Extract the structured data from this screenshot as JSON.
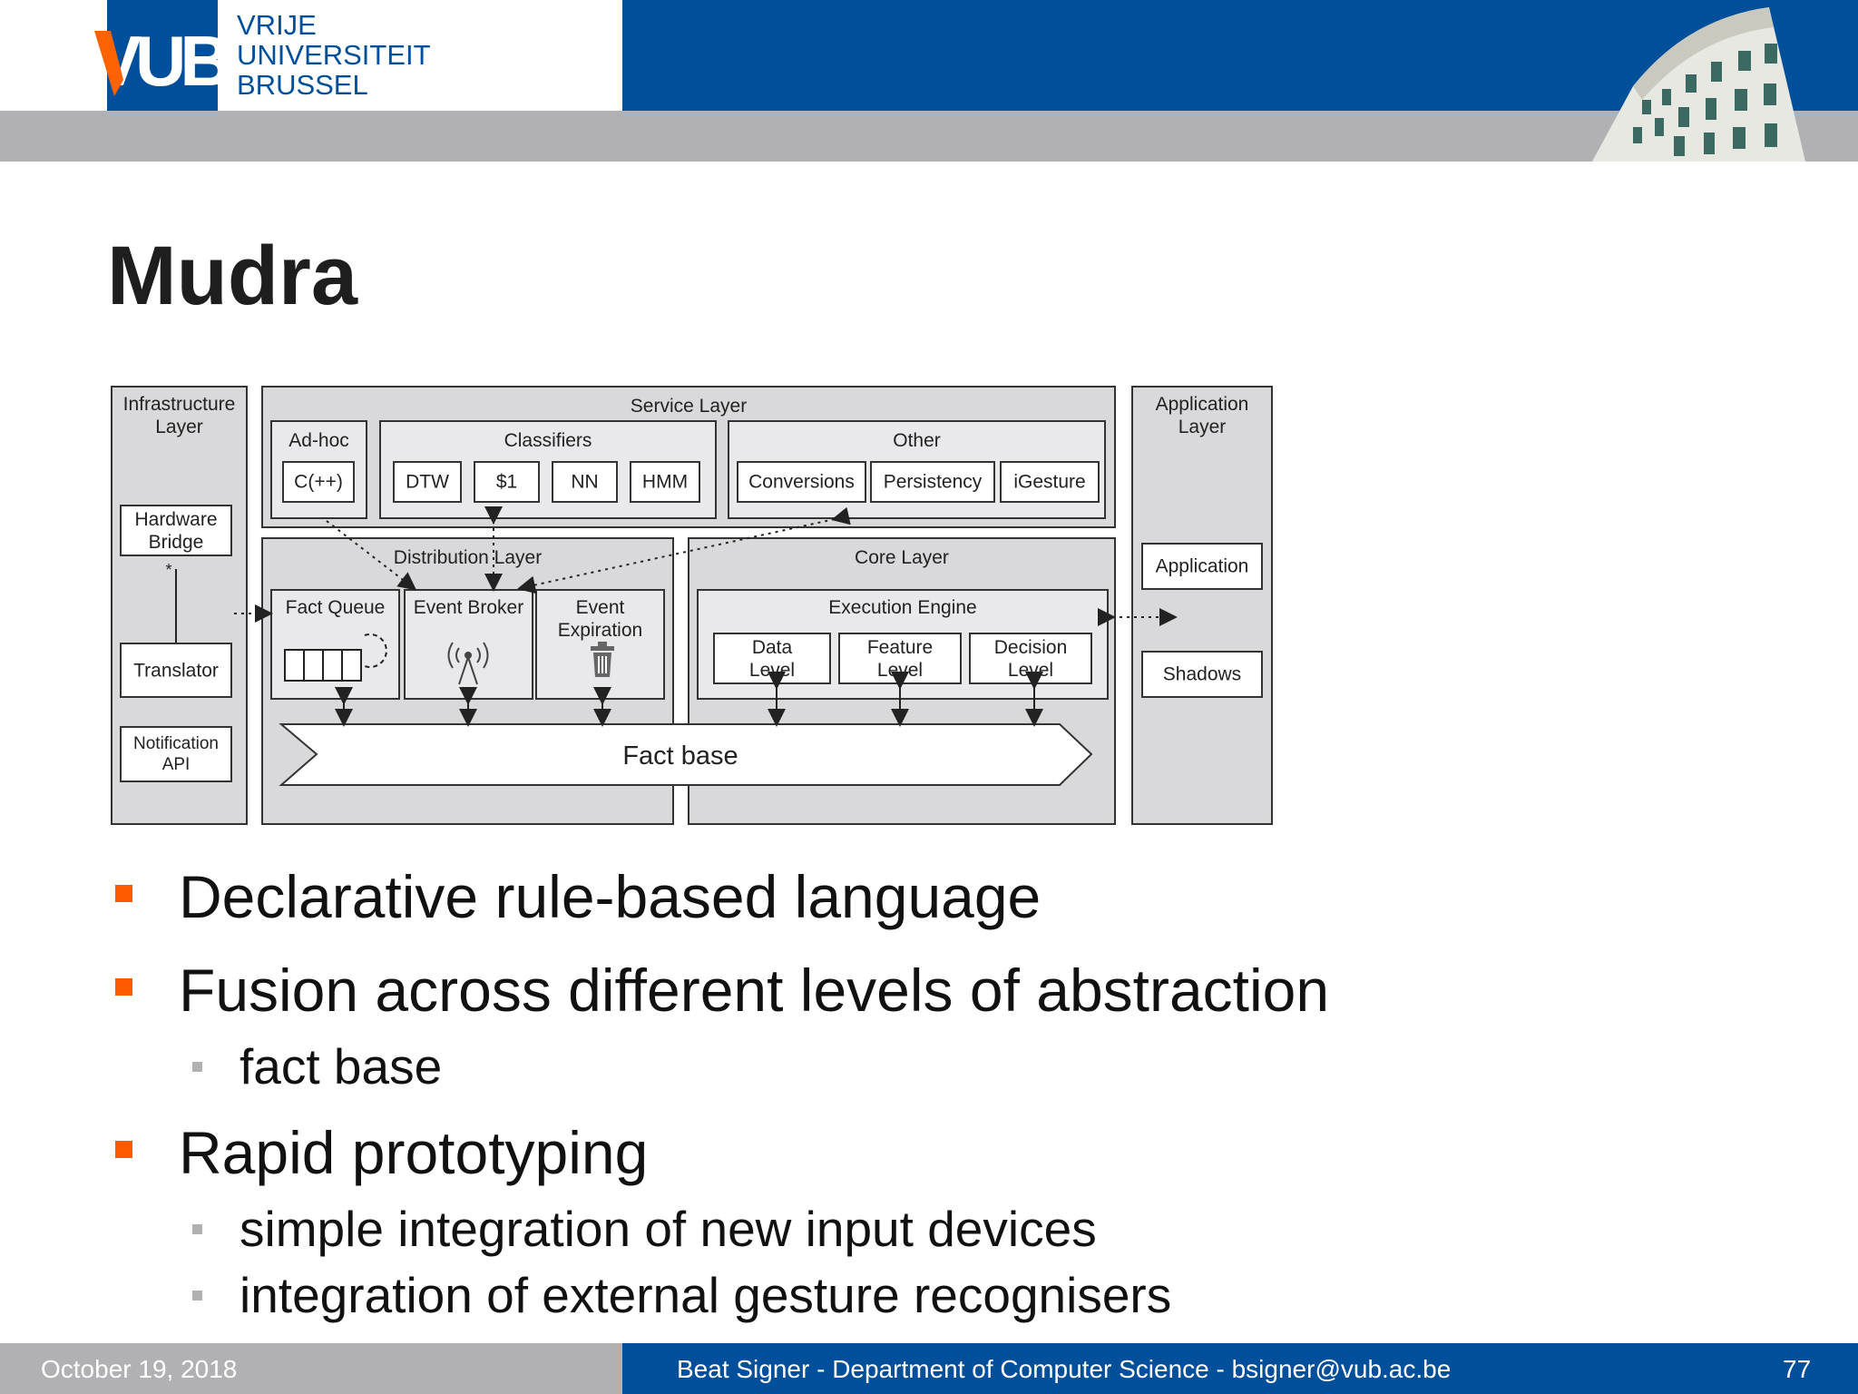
{
  "header": {
    "logo_mark": "VUB",
    "university_lines": [
      "VRIJE",
      "UNIVERSITEIT",
      "BRUSSEL"
    ]
  },
  "slide": {
    "title": "Mudra"
  },
  "diagram": {
    "infrastructure": {
      "title": "Infrastructure Layer",
      "hardware_bridge": "Hardware Bridge",
      "multiplicity": "*",
      "translator": "Translator",
      "notification_api": "Notification API"
    },
    "service": {
      "title": "Service Layer",
      "adhoc": {
        "title": "Ad-hoc",
        "items": [
          "C(++)"
        ]
      },
      "classifiers": {
        "title": "Classifiers",
        "items": [
          "DTW",
          "$1",
          "NN",
          "HMM"
        ]
      },
      "other": {
        "title": "Other",
        "items": [
          "Conversions",
          "Persistency",
          "iGesture"
        ]
      }
    },
    "distribution": {
      "title": "Distribution Layer",
      "fact_queue": "Fact Queue",
      "event_broker": "Event Broker",
      "event_expiration": "Event Expiration"
    },
    "core": {
      "title": "Core Layer",
      "execution_engine": "Execution Engine",
      "data_level": "Data Level",
      "feature_level": "Feature Level",
      "decision_level": "Decision Level"
    },
    "fact_base": "Fact base",
    "application": {
      "title": "Application Layer",
      "application": "Application",
      "shadows": "Shadows"
    }
  },
  "bullets": [
    {
      "text": "Declarative rule-based language",
      "sub": []
    },
    {
      "text": "Fusion across different levels of abstraction",
      "sub": [
        "fact base"
      ]
    },
    {
      "text": "Rapid prototyping",
      "sub": [
        "simple integration of new input devices",
        "integration of external gesture recognisers"
      ]
    }
  ],
  "footer": {
    "date": "October 19, 2018",
    "author": "Beat Signer - Department of Computer Science - bsigner@vub.ac.be",
    "page": "77"
  },
  "colors": {
    "brand_blue": "#004f9b",
    "accent_orange": "#ff5a00",
    "band_gray": "#b1b0b3"
  }
}
